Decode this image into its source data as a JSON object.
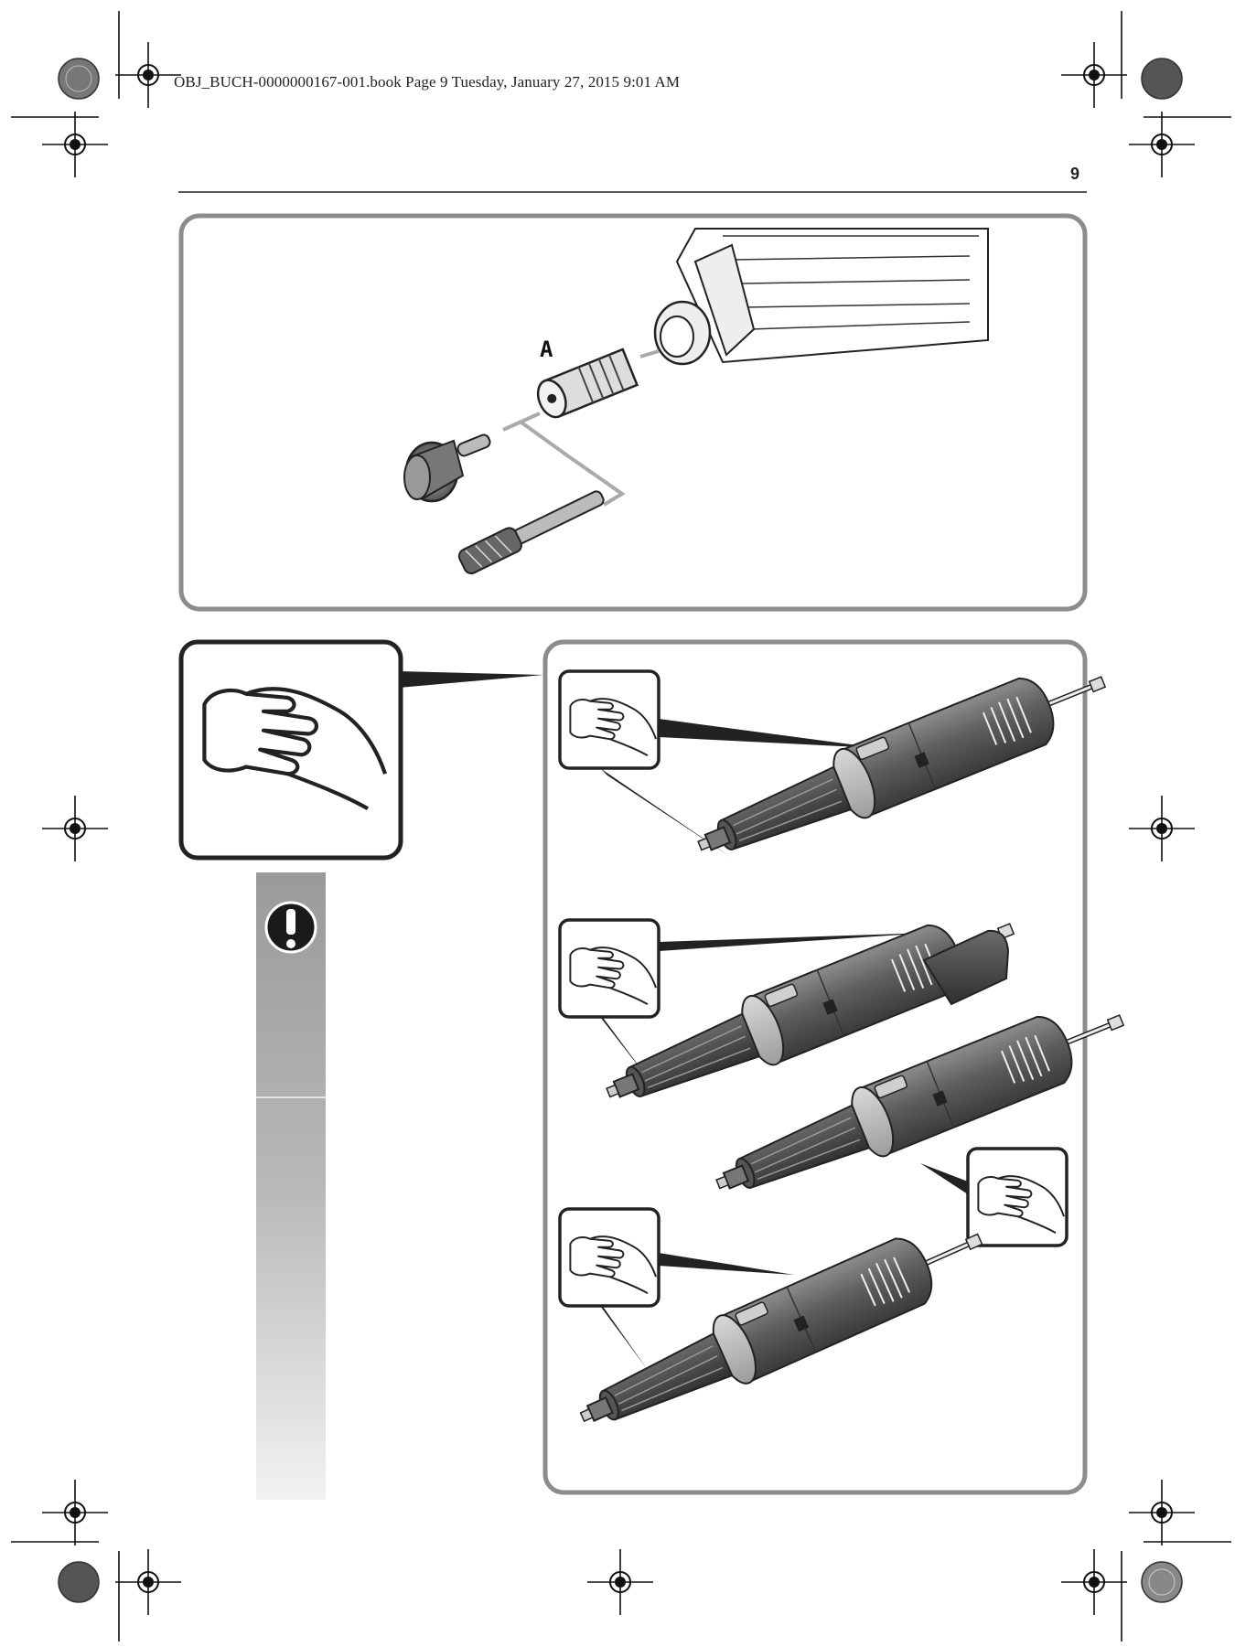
{
  "header": {
    "slug": "OBJ_BUCH-0000000167-001.book  Page 9  Tuesday, January 27, 2015  9:01 AM",
    "page_number": "9"
  },
  "figure_top": {
    "callout_label": "A"
  },
  "icons": {
    "warning": "exclamation-warning-icon",
    "hand": "hand-grip-icon",
    "registration": "crop-registration-mark-icon"
  },
  "colors": {
    "frame_gray": "#8c8c8c",
    "tool_dark": "#4a4a4a",
    "tool_mid": "#8a8a8a",
    "panel_gray": "#a9a9a9"
  }
}
